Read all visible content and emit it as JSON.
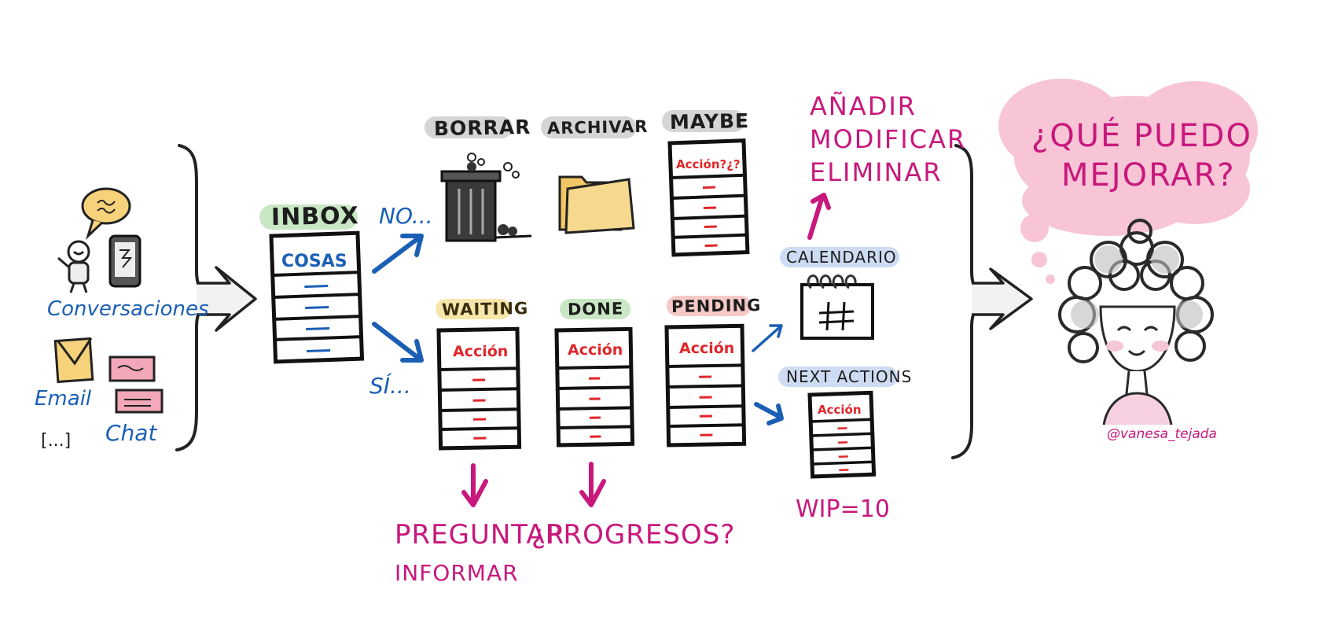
{
  "sources": {
    "conversaciones": "Conversaciones",
    "email": "Email",
    "chat": "Chat",
    "more": "[...]"
  },
  "inbox": {
    "title": "INBOX",
    "doc_label": "COSAS"
  },
  "branches": {
    "no": "NO...",
    "si": "SÍ..."
  },
  "no_buckets": {
    "borrar": "BORRAR",
    "archivar": "ARCHIVAR",
    "maybe": "MAYBE",
    "maybe_doc": "Acción?¿?"
  },
  "yes_buckets": {
    "waiting": "WAITING",
    "done": "DONE",
    "pending": "PENDING",
    "doc_label": "Acción"
  },
  "right_column": {
    "calendario": "CALENDARIO",
    "next_actions": "NEXT ACTIONS",
    "next_doc": "Acción",
    "wip": "WIP=10",
    "anadir": "AÑADIR",
    "modificar": "MODIFICAR",
    "eliminar": "ELIMINAR"
  },
  "notes": {
    "preguntar": "PREGUNTAR",
    "informar": "INFORMAR",
    "progresos": "¿PROGRESOS?"
  },
  "thought": {
    "line1": "¿QUÉ PUEDO",
    "line2": "MEJORAR?"
  },
  "author": "@vanesa_tejada",
  "colors": {
    "blue": "#1b5fb5",
    "pink": "#c8187c",
    "red": "#e0262a",
    "green_pill": "#c9e7c5",
    "gray_pill": "#d5d5d5",
    "yellow_pill": "#f6e6a9",
    "red_pill": "#f6c9c7",
    "blue_pill": "#cddcf2",
    "cloud": "#f7c5d6"
  }
}
